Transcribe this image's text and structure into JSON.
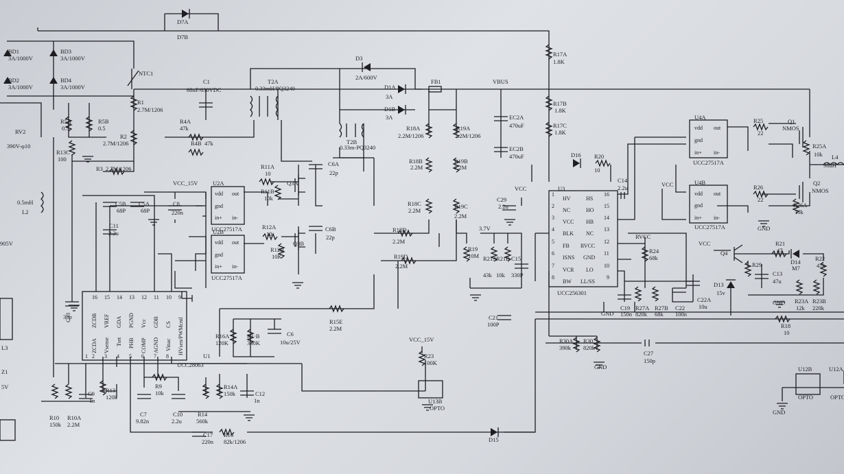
{
  "labels": {
    "D7A": "D7A",
    "D7B": "D7B",
    "BD1": "BD1",
    "BD1v": "3A/1000V",
    "BD2": "BD2",
    "BD2v": "3A/1000V",
    "BD3": "BD3",
    "BD3v": "3A/1000V",
    "BD4": "BD4",
    "BD4v": "3A/1000V",
    "NTC1": "NTC1",
    "RV2": "RV2",
    "RV2v": "390V-φ10",
    "R5A": "R5A",
    "R5Av": "0.5",
    "R5B": "R5B",
    "R5Bv": "0.5",
    "R13C": "R13C",
    "R13Cv": "100",
    "L2": "L2",
    "L2v": "0.5mH",
    "V905": "905V",
    "R1": "R1",
    "R1v": "2.7M/1206",
    "R2": "R2",
    "R2v": "2.7M/1206",
    "R3": "R3",
    "R3v": "2.7M/1206",
    "C1": "C1",
    "C1v": "68nF/630VDC",
    "T2A": "T2A",
    "T2Av": "0.33mH/PQ3240",
    "T2B": "T2B",
    "T2Bv": "0.33m-PQ3240",
    "D3": "D3",
    "D3v": "2A/600V",
    "D1A": "D1A",
    "D1Av": "3A",
    "D1B": "D1B",
    "D1Bv": "3A",
    "FB1": "FB1",
    "VBUS": "VBUS",
    "R4A": "R4A",
    "R4Av": "47k",
    "R4B": "R4B",
    "R4Bv": "47k",
    "R11A": "R11A",
    "R11Av": "10",
    "R11B": "R11B",
    "R11Bv": "10k",
    "Q3A": "Q3A",
    "C6A": "C6A",
    "C6Av": "22p",
    "R12A": "R12A",
    "R12Av": "10",
    "R12B": "R12B",
    "R12Bv": "10K",
    "Q3B": "Q3B",
    "C6B": "C6B",
    "C6Bv": "22p",
    "VCC15": "VCC_15V",
    "U2A": "U2A",
    "U2B": "U2B",
    "UCCpart": "UCC27517A",
    "vdd": "vdd",
    "out": "out",
    "gnd": "gnd",
    "inp": "in+",
    "inm": "in-",
    "C5B": "C5B",
    "C5Bv": "68P",
    "C5A": "C5A",
    "C5Av": "68P",
    "C8": "C8",
    "C8v": "220n",
    "C11": "C11",
    "C11v": "2.2u",
    "R18A": "R18A",
    "R18Av": "2.2M/1206",
    "R19A": "R19A",
    "R19Av": "2.2M/1206",
    "R18B": "R18B",
    "R18Bv": "2.2M",
    "R19B": "R19B",
    "R19Bv": "2.2M",
    "R18C": "R18C",
    "R18Cv": "2.2M",
    "R19C": "R19C",
    "R19Cv": "2.2M",
    "R18D": "R18D",
    "R18Dv": "2.2M",
    "R19D": "R19D",
    "R19Dv": "2.2M",
    "EC2A": "EC2A",
    "EC2Av": "470uF",
    "EC2B": "EC2B",
    "EC2Bv": "470uF",
    "R17A": "R17A",
    "R17Av": "1.8K",
    "R17B": "R17B",
    "R17Bv": "1.8K",
    "R17C": "R17C",
    "R17Cv": "1.8K",
    "D16": "D16",
    "R20": "R20",
    "R20v": "10",
    "C14": "C14",
    "C14v": "2.2u",
    "VCC": "VCC",
    "C29": "C29",
    "C29v": "2.2u",
    "U3": "U3",
    "U3part": "UCC256301",
    "U3L": [
      "HV",
      "NC",
      "VCC",
      "BLK",
      "FB",
      "ISNS",
      "VCR",
      "BW"
    ],
    "U3R": [
      "HS",
      "HO",
      "HB",
      "NC",
      "RVCC",
      "GND",
      "LO",
      "LL/SS"
    ],
    "U3Ln": [
      "1",
      "2",
      "3",
      "4",
      "5",
      "6",
      "7",
      "8"
    ],
    "U3Rn": [
      "16",
      "15",
      "14",
      "13",
      "12",
      "11",
      "10",
      "9"
    ],
    "U4A": "U4A",
    "U4B": "U4B",
    "R25": "R25",
    "R25v": "22",
    "R26": "R26",
    "R26v": "22",
    "Q1": "Q1",
    "Q1v": "NMOS",
    "Q2": "Q2",
    "Q2v": "NMOS",
    "R25A": "R25A",
    "R25Av": "10k",
    "R26A": "R26A",
    "R26Av": "10k",
    "L4": "L4",
    "L4v": "98uH",
    "v37": "3.7V",
    "R19": "R19",
    "R19v": "10M",
    "R21A": "R21A",
    "R21Av": "43k",
    "R21B": "R21B",
    "R21Bv": "10k",
    "C15": "C15",
    "C15v": "330P",
    "RVCC": "RVCC",
    "R24": "R24",
    "R24v": "68k",
    "C19": "C19",
    "C19v": "150n",
    "R27A": "R27A",
    "R27Av": "820k",
    "R27B": "R27B",
    "R27Bv": "68k",
    "C22": "C22",
    "C22v": "100n",
    "C22A": "C22A",
    "C22Av": "10u",
    "Q4": "Q4",
    "R29": "R29",
    "R21": "R21",
    "R21v": "47",
    "D14": "D14",
    "D14v": "M7",
    "R22": "R22",
    "R22v": "47k",
    "C13": "C13",
    "C13v": "47u",
    "D13": "D13",
    "D13v": "15v",
    "R23A": "R23A",
    "R23Av": "12k",
    "R23B": "R23B",
    "R23Bv": "220k",
    "R18": "R18",
    "R18v": "10",
    "C21": "C21",
    "C21v": "100P",
    "R30A": "R30A",
    "R30Av": "390k",
    "R30": "R30",
    "R30v": "820k",
    "C27": "C27",
    "C27v": "150p",
    "GND": "GND",
    "U12B": "U12B",
    "U12A": "U12A",
    "OPTO": "OPTO",
    "U1": "U1",
    "U1part": "UCC28063",
    "U1top": [
      "ZCDB",
      "VREF",
      "Vsense",
      "GDA",
      "PGND",
      "Vcc",
      "GDB",
      "CS"
    ],
    "U1topn": [
      "16",
      "15",
      "14",
      "13",
      "12",
      "11",
      "10",
      "9"
    ],
    "U1bot": [
      "ZCDA",
      "Tset",
      "PHB",
      "COMP",
      "AGND",
      "Vinac",
      "HVsen/PWMcntl"
    ],
    "U1botn": [
      "2",
      "3",
      "4",
      "5",
      "6",
      "7",
      "8"
    ],
    "U1p1": "1",
    "C33": "C33",
    "C33v": "33p",
    "R16A": "R16A",
    "R16Av": "120K",
    "R1B": "R1·B",
    "R1Bv": "330K",
    "C6": "C6",
    "C6v": "10u/25V",
    "R15E": "R15E",
    "R15Ev": "2.2M",
    "VCC15b": "VCC_15V",
    "R23": "R23",
    "R23v": "100K",
    "U13B": "U13B",
    "R10": "R10",
    "R10v": "150k",
    "R10A": "R10A",
    "R10Av": "2.2M",
    "C9": "C9",
    "C9v": "1n",
    "R13": "R13",
    "R13v": "120k",
    "C7": "C7",
    "C7v": "9.82n",
    "R9": "R9",
    "R9v": "10k",
    "C10": "C10",
    "C10v": "2.2u",
    "R14": "R14",
    "R14v": "560k",
    "R14A": "R14A",
    "R14Av": "150k",
    "C12": "C12",
    "C12v": "1n",
    "C17": "C17",
    "C17v": "220n",
    "R16": "R16",
    "R16v": "82k/1206",
    "D15": "D15",
    "L3": "L3",
    "Z1": "Z1",
    "V5": "5V"
  }
}
